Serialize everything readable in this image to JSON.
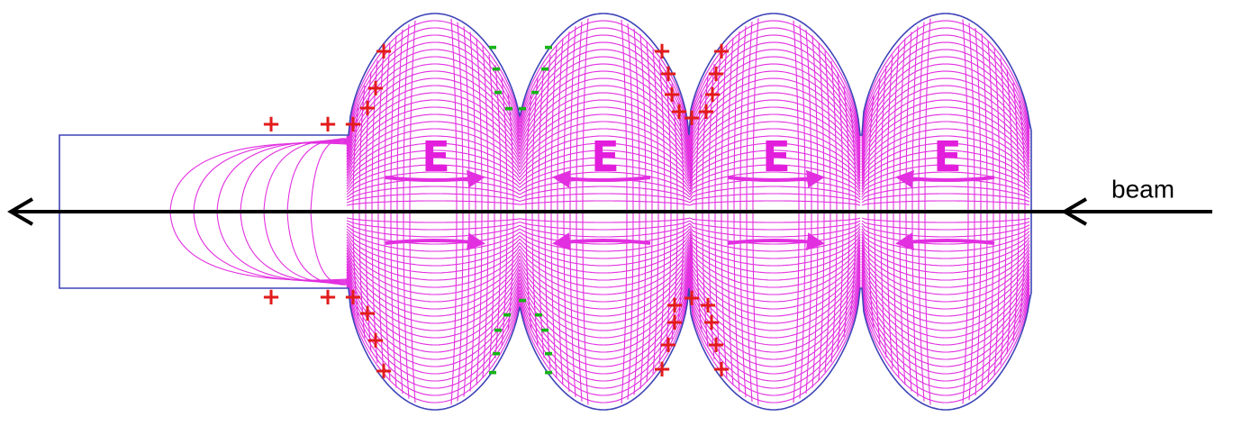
{
  "labels": {
    "beam": "beam",
    "field_symbol": "E"
  },
  "charges": {
    "positive": "+",
    "negative": "-"
  },
  "cells": 4,
  "field_arrow_directions": [
    "right",
    "left",
    "right",
    "left"
  ],
  "colors": {
    "field_lines": "#e22fe0",
    "cavity_outline": "#3f44b8",
    "positive_charge": "#e21b1b",
    "negative_charge": "#17b417",
    "beam_axis": "#000000",
    "field_label": "#e21ddc"
  }
}
